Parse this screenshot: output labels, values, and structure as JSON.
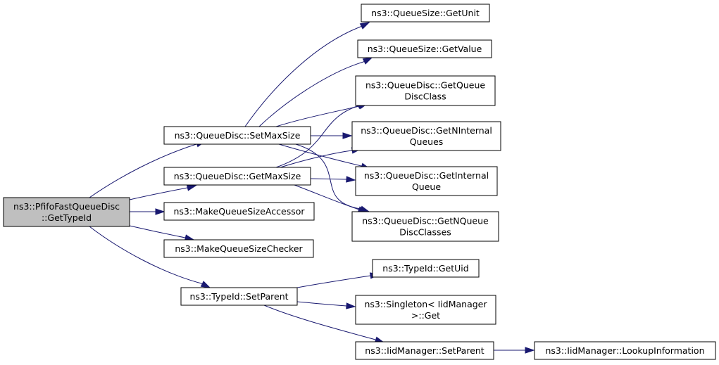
{
  "graph": {
    "nodes": [
      {
        "id": "root",
        "lines": [
          "ns3::PfifoFastQueueDisc",
          "::GetTypeId"
        ],
        "root": true
      },
      {
        "id": "setmax",
        "lines": [
          "ns3::QueueDisc::SetMaxSize"
        ]
      },
      {
        "id": "getmax",
        "lines": [
          "ns3::QueueDisc::GetMaxSize"
        ]
      },
      {
        "id": "mqsa",
        "lines": [
          "ns3::MakeQueueSizeAccessor"
        ]
      },
      {
        "id": "mqsc",
        "lines": [
          "ns3::MakeQueueSizeChecker"
        ]
      },
      {
        "id": "setpar",
        "lines": [
          "ns3::TypeId::SetParent"
        ]
      },
      {
        "id": "getunit",
        "lines": [
          "ns3::QueueSize::GetUnit"
        ]
      },
      {
        "id": "getval",
        "lines": [
          "ns3::QueueSize::GetValue"
        ]
      },
      {
        "id": "getqdc",
        "lines": [
          "ns3::QueueDisc::GetQueue",
          "DiscClass"
        ]
      },
      {
        "id": "getniq",
        "lines": [
          "ns3::QueueDisc::GetNInternal",
          "Queues"
        ]
      },
      {
        "id": "getiq",
        "lines": [
          "ns3::QueueDisc::GetInternal",
          "Queue"
        ]
      },
      {
        "id": "getnqdc",
        "lines": [
          "ns3::QueueDisc::GetNQueue",
          "DiscClasses"
        ]
      },
      {
        "id": "getuid",
        "lines": [
          "ns3::TypeId::GetUid"
        ]
      },
      {
        "id": "singget",
        "lines": [
          "ns3::Singleton< IidManager",
          ">::Get"
        ]
      },
      {
        "id": "iidsetp",
        "lines": [
          "ns3::IidManager::SetParent"
        ]
      },
      {
        "id": "lookup",
        "lines": [
          "ns3::IidManager::LookupInformation"
        ]
      }
    ],
    "edges": [
      {
        "from": "root",
        "to": "setmax"
      },
      {
        "from": "root",
        "to": "getmax"
      },
      {
        "from": "root",
        "to": "mqsa"
      },
      {
        "from": "root",
        "to": "mqsc"
      },
      {
        "from": "root",
        "to": "setpar"
      },
      {
        "from": "setmax",
        "to": "getunit"
      },
      {
        "from": "setmax",
        "to": "getval"
      },
      {
        "from": "setmax",
        "to": "getniq"
      },
      {
        "from": "setmax",
        "to": "getiq"
      },
      {
        "from": "setmax",
        "to": "getnqdc"
      },
      {
        "from": "getmax",
        "to": "getqdc"
      },
      {
        "from": "getmax",
        "to": "getniq"
      },
      {
        "from": "getmax",
        "to": "getiq"
      },
      {
        "from": "getmax",
        "to": "getnqdc"
      },
      {
        "from": "setmax",
        "to": "getqdc"
      },
      {
        "from": "setpar",
        "to": "getuid"
      },
      {
        "from": "setpar",
        "to": "singget"
      },
      {
        "from": "setpar",
        "to": "iidsetp"
      },
      {
        "from": "iidsetp",
        "to": "lookup"
      }
    ]
  },
  "colors": {
    "edge": "#191970",
    "root_fill": "#bfbfbf",
    "node_fill": "#ffffff",
    "node_stroke": "#000000"
  }
}
